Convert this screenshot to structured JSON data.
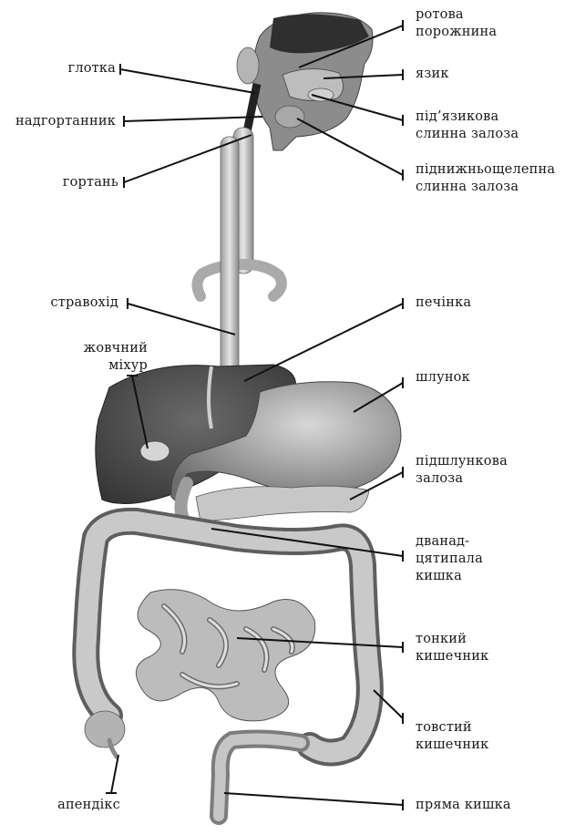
{
  "labels": {
    "oral_cavity": "ротова\nпорожнина",
    "tongue": "язик",
    "sublingual_gland": "під’язикова\nслинна залоза",
    "submandibular_gland": "піднижньощелепна\nслинна залоза",
    "pharynx": "глотка",
    "epiglottis": "надгортанник",
    "larynx": "гортань",
    "esophagus": "стравохід",
    "liver": "печінка",
    "gallbladder": "жовчний\nміхур",
    "stomach": "шлунок",
    "pancreas": "підшлункова\nзалоза",
    "duodenum": "дванад-\nцятипала\nкишка",
    "small_intestine": "тонкий\nкишечник",
    "large_intestine": "товстий\nкишечник",
    "appendix": "апендікс",
    "rectum": "пряма кишка"
  },
  "colors": {
    "line": "#111111",
    "organ_dark": "#3a3a3a",
    "organ_mid": "#8a8a8a",
    "organ_light": "#c8c8c8",
    "organ_pale": "#e2e2e2"
  }
}
